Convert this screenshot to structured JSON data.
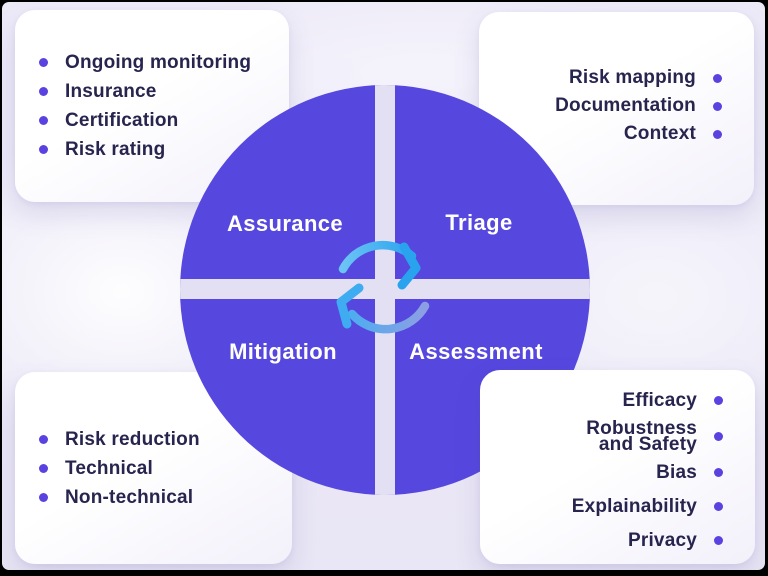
{
  "cycle": {
    "quadrants": [
      {
        "label": "Assurance"
      },
      {
        "label": "Triage"
      },
      {
        "label": "Mitigation"
      },
      {
        "label": "Assessment"
      }
    ],
    "center_icon": "cycle-arrows-clockwise-icon"
  },
  "cards": {
    "assurance": {
      "items": [
        "Ongoing monitoring",
        "Insurance",
        "Certification",
        "Risk rating"
      ]
    },
    "triage": {
      "items": [
        "Risk mapping",
        "Documentation",
        "Context"
      ]
    },
    "mitigation": {
      "items": [
        "Risk reduction",
        "Technical",
        "Non-technical"
      ]
    },
    "assessment": {
      "items": [
        "Efficacy",
        "Robustness\nand Safety",
        "Bias",
        "Explainability",
        "Privacy"
      ]
    }
  },
  "colors": {
    "circle_purple": "#5647df",
    "divider_lavender": "#e4e0f4",
    "bullet_purple": "#5a42e0",
    "item_text_navy": "#27244e",
    "quadrant_label_text": "#ffffff",
    "arrow_blue_bright": "#2aa3ee",
    "arrow_blue_muted": "#8d9fe3",
    "background_lavender": "#ece9f7",
    "card_white": "#ffffff",
    "frame_black": "#000000"
  }
}
